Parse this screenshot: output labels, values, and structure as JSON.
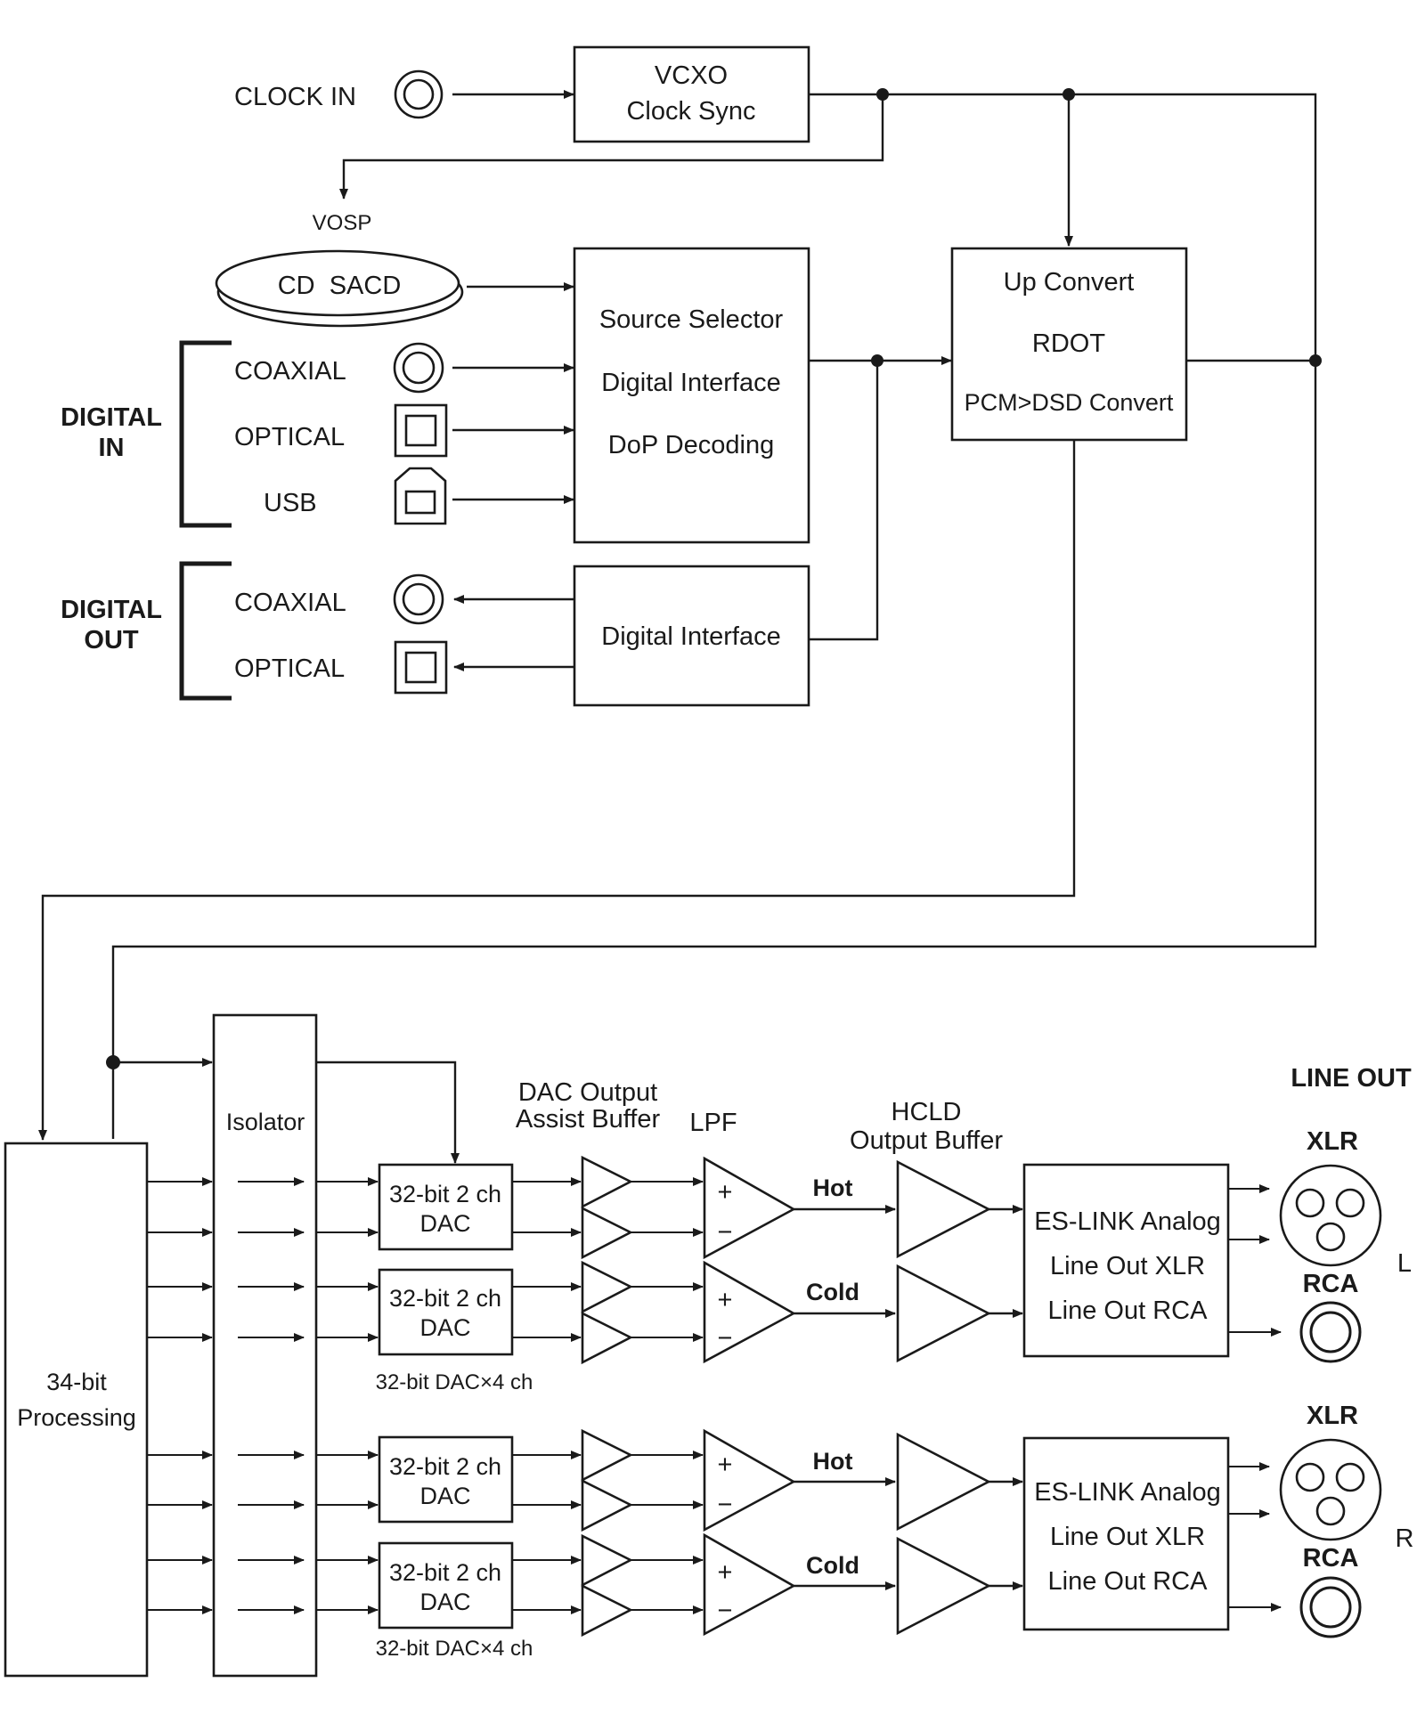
{
  "labels": {
    "clock_in": "CLOCK IN",
    "vcxo": "VCXO",
    "clock_sync": "Clock Sync",
    "vosp": "VOSP",
    "cd_sacd": "CD  SACD",
    "digital_in_1": "DIGITAL",
    "digital_in_2": "IN",
    "digital_out_1": "DIGITAL",
    "digital_out_2": "OUT",
    "coaxial": "COAXIAL",
    "optical": "OPTICAL",
    "usb": "USB",
    "source_selector": "Source Selector",
    "digital_interface": "Digital Interface",
    "dop_decoding": "DoP Decoding",
    "up_convert": "Up Convert",
    "rdot": "RDOT",
    "pcm_dsd": "PCM>DSD Convert",
    "processing_1": "34-bit",
    "processing_2": "Processing",
    "isolator": "Isolator",
    "dac_1": "32-bit 2 ch",
    "dac_2": "DAC",
    "dac_group": "32-bit DAC×4 ch",
    "dac_buffer_1": "DAC Output",
    "dac_buffer_2": "Assist Buffer",
    "lpf": "LPF",
    "hcld_1": "HCLD",
    "hcld_2": "Output Buffer",
    "hot": "Hot",
    "cold": "Cold",
    "plus": "+",
    "minus": "−",
    "es_link": "ES-LINK Analog",
    "line_out_xlr": "Line Out XLR",
    "line_out_rca": "Line Out RCA",
    "line_out": "LINE OUT",
    "xlr": "XLR",
    "rca": "RCA",
    "left": "L",
    "right": "R"
  },
  "colors": {
    "ink": "#1a1a1a",
    "background": "#ffffff"
  }
}
